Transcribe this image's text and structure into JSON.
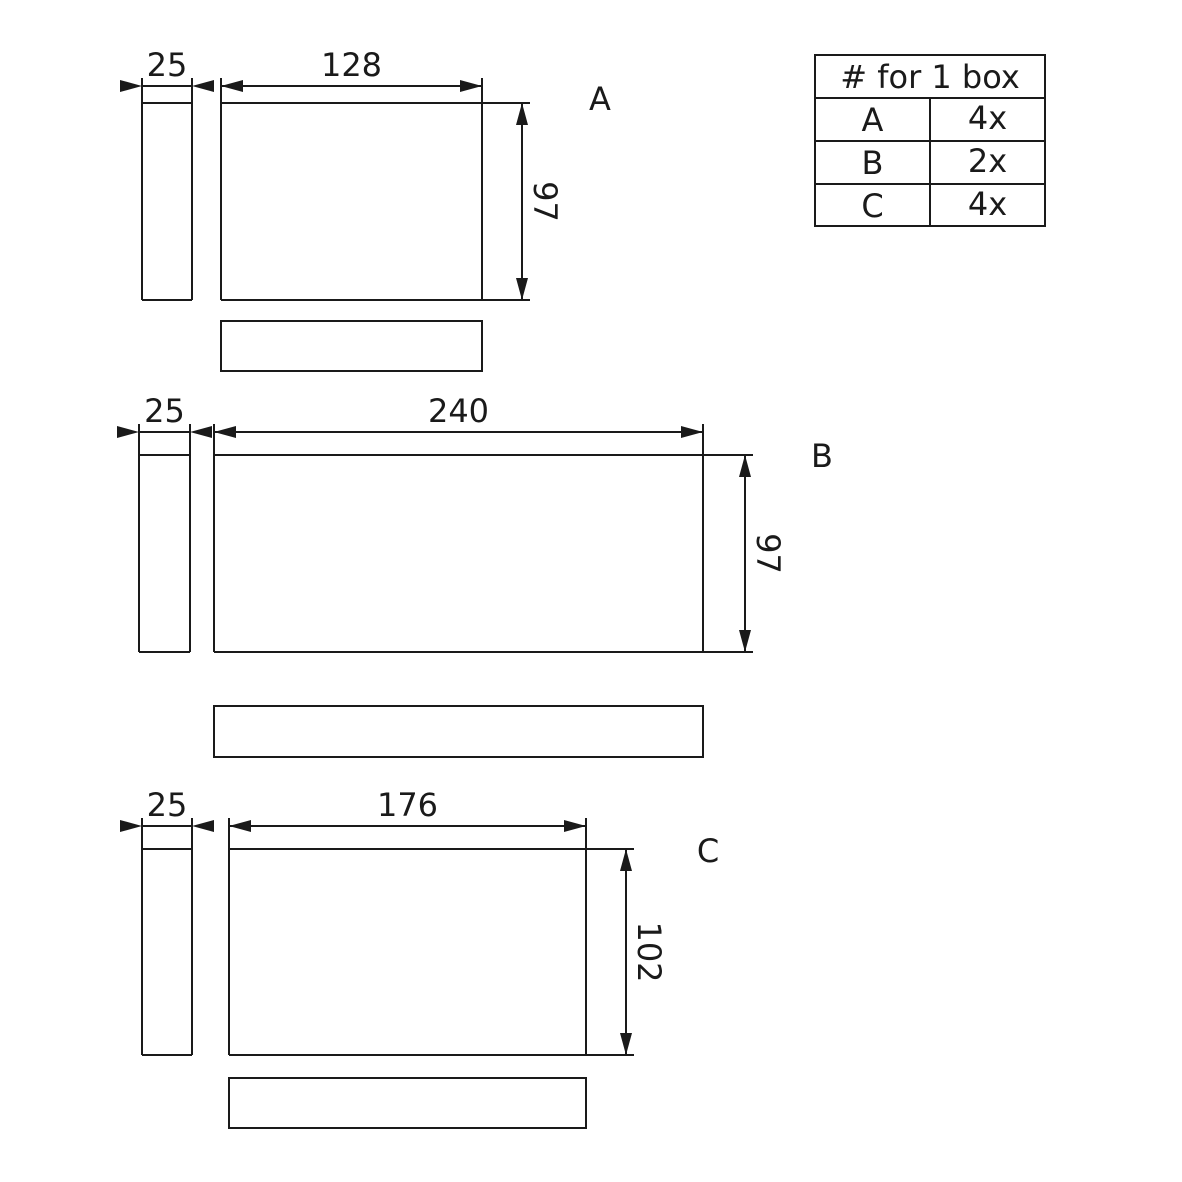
{
  "parts": [
    {
      "label": "A",
      "thickness": "25",
      "width": "128",
      "height": "97"
    },
    {
      "label": "B",
      "thickness": "25",
      "width": "240",
      "height": "97"
    },
    {
      "label": "C",
      "thickness": "25",
      "width": "176",
      "height": "102"
    }
  ],
  "table": {
    "header": "# for 1 box",
    "rows": [
      {
        "part": "A",
        "count": "4x"
      },
      {
        "part": "B",
        "count": "2x"
      },
      {
        "part": "C",
        "count": "4x"
      }
    ]
  },
  "colors": {
    "line": "#1a1a1a",
    "background": "#ffffff"
  }
}
